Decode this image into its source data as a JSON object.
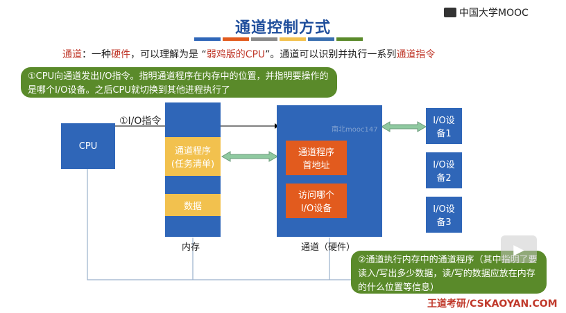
{
  "slide": {
    "title": "通道控制方式",
    "logo": "中国大学MOOC",
    "subtitle": {
      "term": "通道",
      "part1": "：一种",
      "hardware": "硬件",
      "part2": "，可以理解为是 “",
      "weak_cpu": "弱鸡版的CPU",
      "part3": "”。通道可以识别并执行一系列",
      "channel_instr": "通道指令"
    },
    "callout_top": "①CPU向通道发出I/O指令。指明通道程序在内存中的位置，并指明要操作的是哪个I/O设备。之后CPU就切换到其他进程执行了",
    "callout_bottom": "②通道执行内存中的通道程序（其中指明了要读入/写出多少数据，读/写的数据应放在内存的什么位置等信息）",
    "arrow_label": "①I/O指令",
    "cpu": "CPU",
    "memory": {
      "program": "通道程序\n(任务清单)",
      "data": "数据",
      "label": "内存"
    },
    "channel": {
      "watermark": "南北mooc147",
      "addr": "通道程序\n首地址",
      "which_dev": "访问哪个\nI/O设备",
      "label": "通道（硬件）"
    },
    "devices": [
      "I/O设\n备1",
      "I/O设\n备2",
      "I/O设\n备3"
    ],
    "footer": "王道考研/CSKAOYAN.COM",
    "colors": {
      "title": "#1f4e9c",
      "box_blue": "#2f66b8",
      "box_yellow": "#f2c14e",
      "box_orange": "#e25b1e",
      "callout": "#5a8a2a",
      "bars": [
        "#2f66b8",
        "#e25b1e",
        "#8a8a8a",
        "#f2c14e",
        "#3a6fb0",
        "#5a8a2a"
      ]
    }
  }
}
